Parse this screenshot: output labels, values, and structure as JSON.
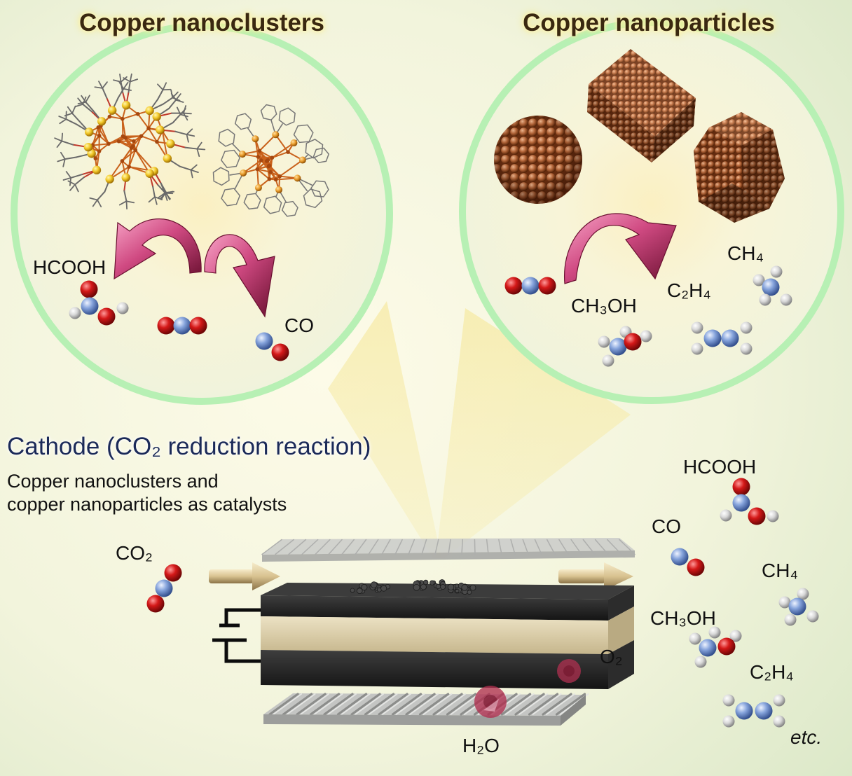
{
  "titles": {
    "nanoclusters": "Copper nanoclusters",
    "nanoparticles": "Copper nanoparticles"
  },
  "nanocluster_panel": {
    "hcooh": "HCOOH",
    "co": "CO"
  },
  "nanoparticle_panel": {
    "ch4": "CH₄",
    "c2h4": "C₂H₄",
    "ch3oh": "CH₃OH"
  },
  "cathode": {
    "heading": "Cathode (CO₂ reduction reaction)",
    "line1": "Copper nanoclusters and",
    "line2": "copper nanoparticles as catalysts"
  },
  "cell": {
    "inlet": "CO₂",
    "anode_product": "O₂",
    "anode_reactant": "H₂O"
  },
  "products": {
    "hcooh": "HCOOH",
    "co": "CO",
    "ch4": "CH₄",
    "ch3oh": "CH₃OH",
    "c2h4": "C₂H₄",
    "etc": "etc."
  },
  "colors": {
    "circle_border": "#b7f0b4",
    "oxygen": "#d41818",
    "carbon": "#86a4dc",
    "hydrogen": "#d8d8d8",
    "copper": "#b8683a",
    "arrow": "#cc4a80",
    "cathode_text": "#1b2a58"
  }
}
